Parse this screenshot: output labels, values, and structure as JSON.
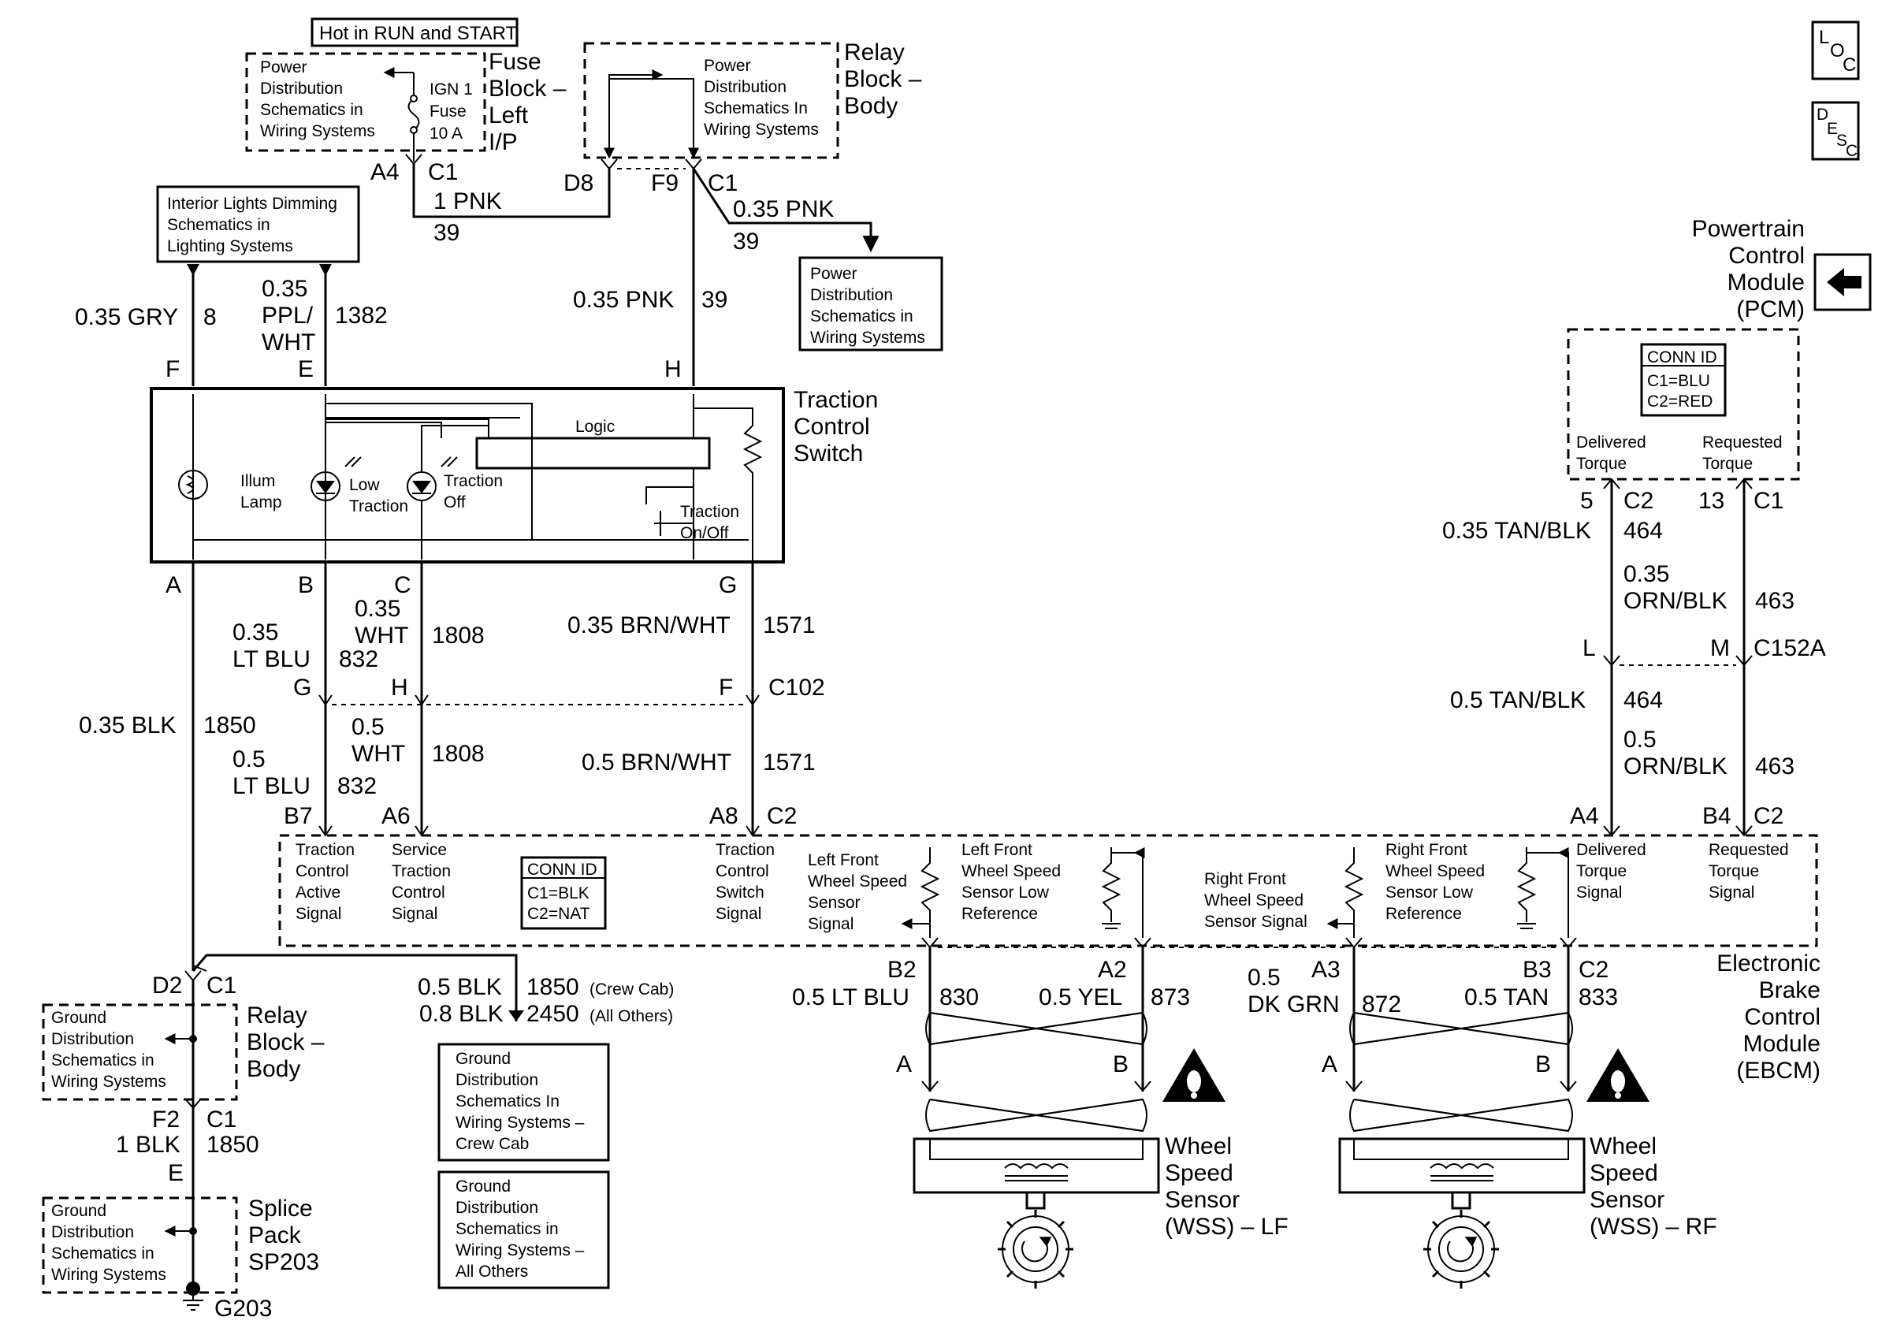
{
  "loc_icon": "L O C",
  "desc_icon": "D E S C",
  "top": {
    "hot_label": "Hot in RUN and START",
    "power_dist_left": [
      "Power",
      "Distribution",
      "Schematics in",
      "Wiring Systems"
    ],
    "fuse_label": [
      "IGN 1",
      "Fuse",
      "10 A"
    ],
    "fuse_block": [
      "Fuse",
      "Block –",
      "Left",
      "I/P"
    ],
    "power_dist_relay": [
      "Power",
      "Distribution",
      "Schematics In",
      "Wiring Systems"
    ],
    "relay_block_body": [
      "Relay",
      "Block –",
      "Body"
    ],
    "pin_a4": "A4",
    "pin_c1_fuse": "C1",
    "pin_d8": "D8",
    "pin_f9": "F9",
    "pin_c1_relay": "C1",
    "wire_1pnk": "1 PNK",
    "wire_1pnk_num": "39",
    "wire_035pnk_right": "0.35 PNK",
    "wire_035pnk_right_num": "39",
    "power_dist_right": [
      "Power",
      "Distribution",
      "Schematics in",
      "Wiring Systems"
    ],
    "interior_lights": [
      "Interior Lights Dimming",
      "Schematics in",
      "Lighting Systems"
    ]
  },
  "pcm": {
    "title": [
      "Powertrain",
      "Control",
      "Module",
      "(PCM)"
    ],
    "conn_id": [
      "CONN ID",
      "C1=BLU",
      "C2=RED"
    ],
    "delivered": [
      "Delivered",
      "Torque"
    ],
    "requested": [
      "Requested",
      "Torque"
    ],
    "pin_5": "5",
    "conn_c2": "C2",
    "pin_13": "13",
    "conn_c1": "C1",
    "w_tanblk": "0.35 TAN/BLK",
    "w_tanblk_num": "464",
    "w_ornblk": [
      "0.35",
      "ORN/BLK"
    ],
    "w_ornblk_num": "463",
    "pin_l": "L",
    "pin_m": "M",
    "c152a": "C152A",
    "w_tanblk2": "0.5 TAN/BLK",
    "w_tanblk2_num": "464",
    "w_ornblk2": [
      "0.5",
      "ORN/BLK"
    ],
    "w_ornblk2_num": "463"
  },
  "switch": {
    "wires_top": {
      "gry": "0.35 GRY",
      "gry_num": "8",
      "ppl": [
        "0.35",
        "PPL/",
        "WHT"
      ],
      "ppl_num": "1382",
      "pnk": "0.35 PNK",
      "pnk_num": "39"
    },
    "pins_top": [
      "F",
      "E",
      "H"
    ],
    "title": [
      "Traction",
      "Control",
      "Switch"
    ],
    "logic": "Logic",
    "illum": [
      "Illum",
      "Lamp"
    ],
    "low_traction": [
      "Low",
      "Traction"
    ],
    "traction_off": [
      "Traction",
      "Off"
    ],
    "traction_onoff": [
      "Traction",
      "On/Off"
    ],
    "pins_bottom": [
      "A",
      "B",
      "C",
      "G"
    ]
  },
  "mid": {
    "w_ltblu": [
      "0.35",
      "LT BLU"
    ],
    "w_ltblu_num": "832",
    "w_wht": [
      "0.35",
      "WHT"
    ],
    "w_wht_num": "1808",
    "w_brnwht": "0.35 BRN/WHT",
    "w_brnwht_num": "1571",
    "pin_g": "G",
    "pin_h": "H",
    "pin_f": "F",
    "c102": "C102",
    "w_blk": "0.35 BLK",
    "w_blk_num": "1850",
    "w_ltblu2": [
      "0.5",
      "LT BLU"
    ],
    "w_ltblu2_num": "832",
    "w_wht2": [
      "0.5",
      "WHT"
    ],
    "w_wht2_num": "1808",
    "w_brnwht2": "0.5 BRN/WHT",
    "w_brnwht2_num": "1571",
    "pin_b7": "B7",
    "pin_a6": "A6",
    "pin_a8": "A8",
    "conn_c2": "C2",
    "pin_a4": "A4",
    "pin_b4": "B4",
    "conn_c2_r": "C2"
  },
  "ebcm": {
    "title": [
      "Electronic",
      "Brake",
      "Control",
      "Module",
      "(EBCM)"
    ],
    "tc_active": [
      "Traction",
      "Control",
      "Active",
      "Signal"
    ],
    "stc_signal": [
      "Service",
      "Traction",
      "Control",
      "Signal"
    ],
    "conn_id": [
      "CONN ID",
      "C1=BLK",
      "C2=NAT"
    ],
    "tc_switch": [
      "Traction",
      "Control",
      "Switch",
      "Signal"
    ],
    "lf_signal": [
      "Left Front",
      "Wheel Speed",
      "Sensor",
      "Signal"
    ],
    "lf_low": [
      "Left Front",
      "Wheel Speed",
      "Sensor Low",
      "Reference"
    ],
    "rf_signal": [
      "Right Front",
      "Wheel Speed",
      "Sensor Signal"
    ],
    "rf_low": [
      "Right Front",
      "Wheel Speed",
      "Sensor Low",
      "Reference"
    ],
    "delivered": [
      "Delivered",
      "Torque",
      "Signal"
    ],
    "requested": [
      "Requested",
      "Torque",
      "Signal"
    ]
  },
  "bottom": {
    "pin_d2": "D2",
    "conn_c1": "C1",
    "w_blk_crew": "0.5 BLK",
    "w_blk_all": "0.8 BLK",
    "num_crew": "1850",
    "num_crew_note": "(Crew Cab)",
    "num_all": "2450",
    "num_all_note": "(All Others)",
    "ground_left1": [
      "Ground",
      "Distribution",
      "Schematics in",
      "Wiring Systems"
    ],
    "relay_block_body": [
      "Relay",
      "Block –",
      "Body"
    ],
    "pin_f2": "F2",
    "conn_c1b": "C1",
    "w_1blk": "1 BLK",
    "w_1blk_num": "1850",
    "pin_e": "E",
    "ground_left2": [
      "Ground",
      "Distribution",
      "Schematics in",
      "Wiring Systems"
    ],
    "splice": [
      "Splice",
      "Pack",
      "SP203"
    ],
    "g203": "G203",
    "ground_crew": [
      "Ground",
      "Distribution",
      "Schematics In",
      "Wiring Systems –",
      "Crew Cab"
    ],
    "ground_all": [
      "Ground",
      "Distribution",
      "Schematics in",
      "Wiring Systems –",
      "All Others"
    ]
  },
  "wss": {
    "pin_b2": "B2",
    "pin_a2": "A2",
    "pin_a3": "A3",
    "pin_b3": "B3",
    "conn_c2": "C2",
    "w_ltblu": "0.5 LT BLU",
    "w_ltblu_num": "830",
    "w_yel": "0.5 YEL",
    "w_yel_num": "873",
    "w_dkgrn": [
      "0.5",
      "DK GRN"
    ],
    "w_dkgrn_num": "872",
    "w_tan": "0.5 TAN",
    "w_tan_num": "833",
    "pin_a_l": "A",
    "pin_b_l": "B",
    "pin_a_r": "A",
    "pin_b_r": "B",
    "lf_title": [
      "Wheel",
      "Speed",
      "Sensor",
      "(WSS) – LF"
    ],
    "rf_title": [
      "Wheel",
      "Speed",
      "Sensor",
      "(WSS) – RF"
    ]
  }
}
